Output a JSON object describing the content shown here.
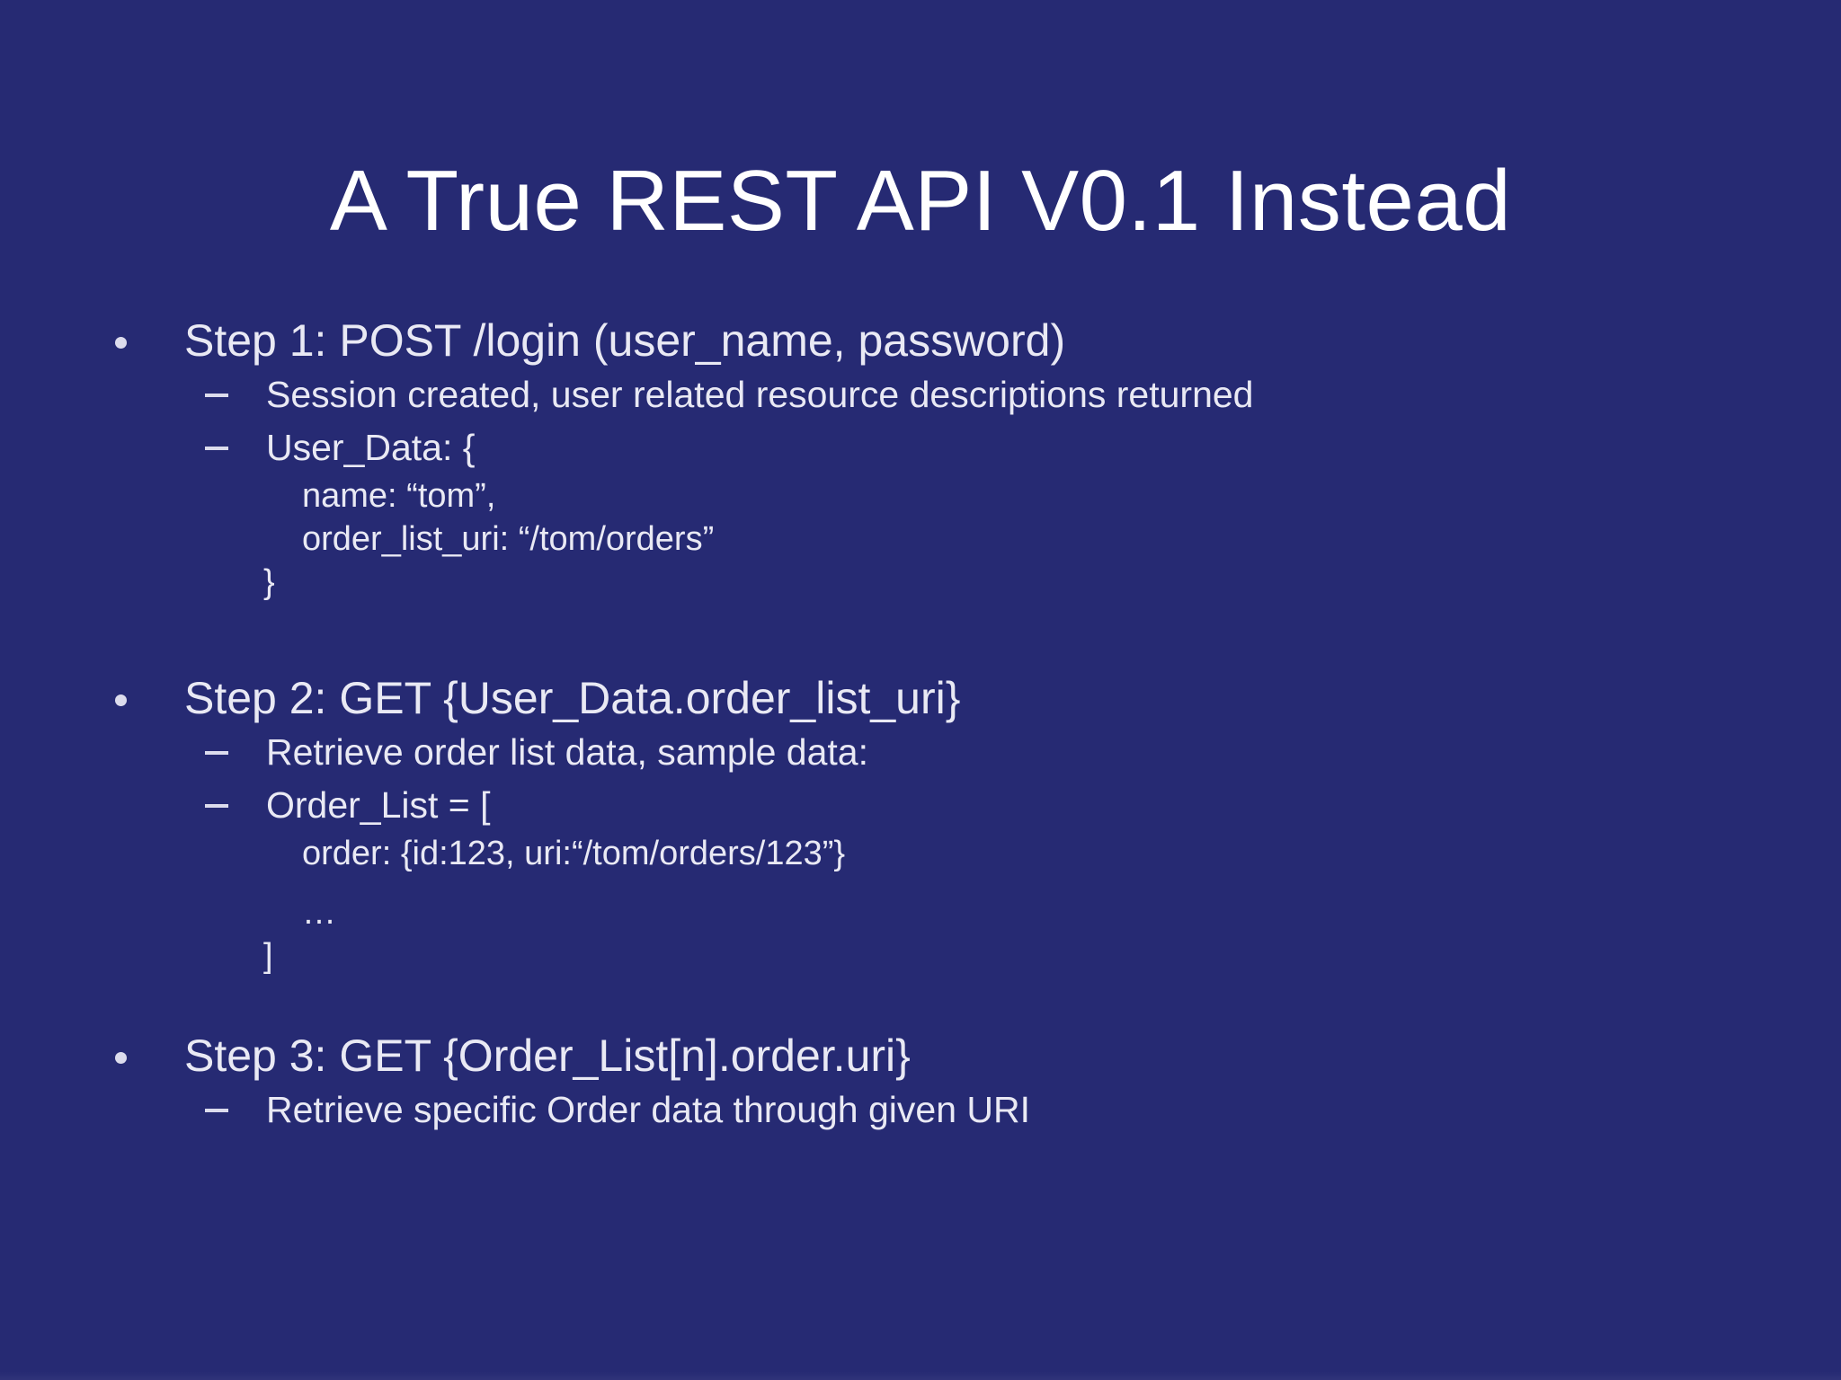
{
  "slide": {
    "title": "A True REST API V0.1 Instead",
    "background_color": "#262a73",
    "title_color": "#ffffff",
    "body_color": "#e9e9f4",
    "bullet_marker": "•",
    "dash_marker": "–"
  },
  "content": {
    "steps": [
      {
        "heading": "Step 1: POST /login (user_name, password)",
        "subs": [
          "Session created, user related resource descriptions returned",
          "User_Data: {"
        ],
        "code": [
          "name: “tom”,",
          "order_list_uri: “/tom/orders”"
        ],
        "close": "}"
      },
      {
        "heading": "Step 2: GET {User_Data.order_list_uri}",
        "subs": [
          "Retrieve order list data, sample data:",
          "Order_List = ["
        ],
        "code": [
          "order: {id:123, uri:“/tom/orders/123”}",
          "…"
        ],
        "close": "]"
      },
      {
        "heading": "Step 3: GET {Order_List[n].order.uri}",
        "subs": [
          "Retrieve specific Order data through given URI"
        ],
        "code": [],
        "close": ""
      }
    ]
  }
}
